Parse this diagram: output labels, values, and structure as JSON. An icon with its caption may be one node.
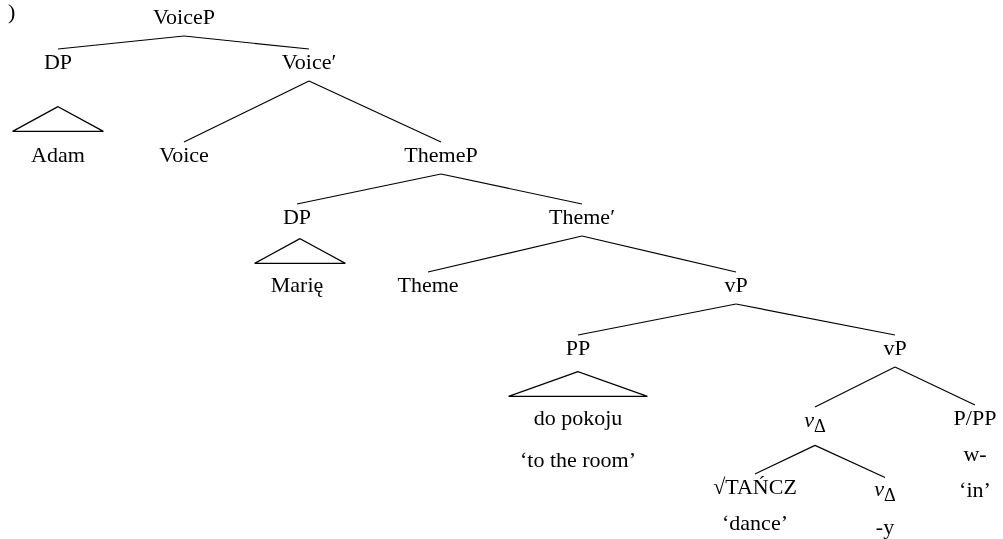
{
  "diagram": {
    "nodes": [
      {
        "text": [
          "VoiceP"
        ]
      },
      {
        "text": [
          "DP"
        ]
      },
      {
        "text": [],
        "shape": "triangle"
      },
      {
        "text": [
          "Adam"
        ]
      },
      {
        "text": [
          "Voice′"
        ]
      },
      {
        "text": [
          "Voice"
        ]
      },
      {
        "text": [
          "ThemeP"
        ]
      },
      {
        "text": [
          "DP"
        ]
      },
      {
        "text": [],
        "shape": "triangle"
      },
      {
        "text": [
          "Marię"
        ]
      },
      {
        "text": [
          "Theme′"
        ]
      },
      {
        "text": [
          "Theme"
        ]
      },
      {
        "text": [
          "vP"
        ]
      },
      {
        "text": [
          "PP"
        ]
      },
      {
        "text": [],
        "shape": "triangle"
      },
      {
        "text": [
          "do pokoju",
          "‘to the room’"
        ]
      },
      {
        "text": [
          "vP"
        ]
      },
      {
        "text": [
          "*v*$_{Δ}$"
        ]
      },
      {
        "text": [
          "P/PP",
          "w-",
          "‘in’"
        ]
      },
      {
        "text": [
          "√TAŃCZ",
          "‘dance’"
        ]
      },
      {
        "text": [
          "*v*$_{Δ}$",
          "-y"
        ]
      }
    ],
    "edges": [
      {
        "from": 0,
        "to": 1,
        "arrow": "none"
      },
      {
        "from": 0,
        "to": 4,
        "arrow": "none"
      },
      {
        "from": 4,
        "to": 5,
        "arrow": "none"
      },
      {
        "from": 4,
        "to": 6,
        "arrow": "none"
      },
      {
        "from": 6,
        "to": 7,
        "arrow": "none"
      },
      {
        "from": 6,
        "to": 10,
        "arrow": "none"
      },
      {
        "from": 10,
        "to": 11,
        "arrow": "none"
      },
      {
        "from": 10,
        "to": 12,
        "arrow": "none"
      },
      {
        "from": 12,
        "to": 13,
        "arrow": "none"
      },
      {
        "from": 12,
        "to": 16,
        "arrow": "none"
      },
      {
        "from": 16,
        "to": 17,
        "arrow": "none"
      },
      {
        "from": 16,
        "to": 18,
        "arrow": "none"
      },
      {
        "from": 17,
        "to": 19,
        "arrow": "none"
      },
      {
        "from": 17,
        "to": 20,
        "arrow": "none"
      }
    ],
    "labels": [
      ")"
    ]
  }
}
